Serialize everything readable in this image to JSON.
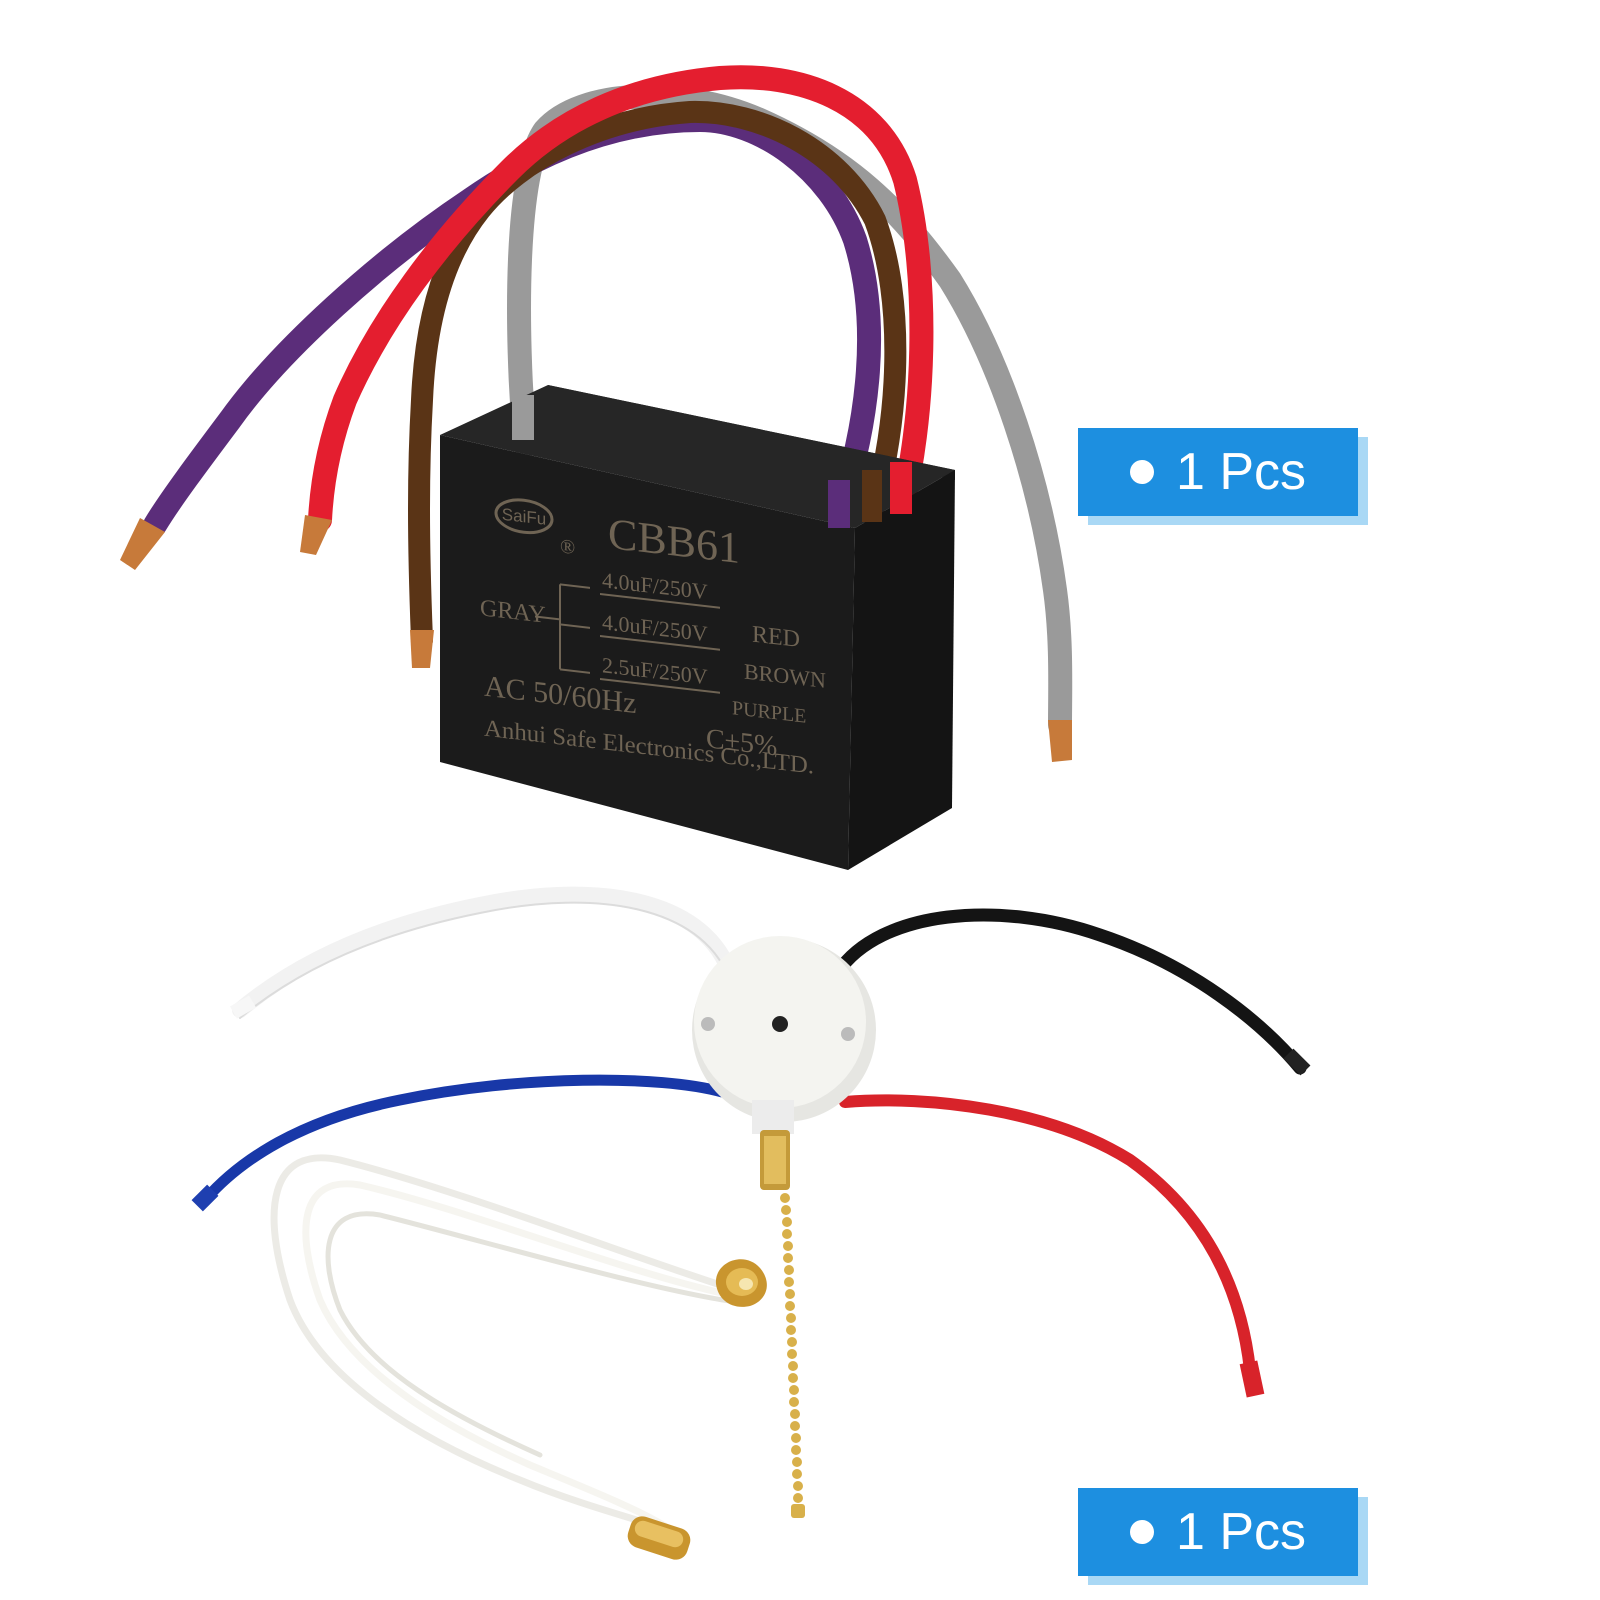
{
  "capacitor": {
    "brand": "SaiFu",
    "registered_mark": "®",
    "model": "CBB61",
    "common_wire": "GRAY",
    "ratings": [
      {
        "value": "4.0uF/250V",
        "wire": "RED"
      },
      {
        "value": "4.0uF/250V",
        "wire": "BROWN"
      },
      {
        "value": "2.5uF/250V",
        "wire": "PURPLE"
      }
    ],
    "frequency": "AC 50/60Hz",
    "tolerance": "C±5%",
    "manufacturer": "Anhui Safe Electronics Co.,LTD."
  },
  "badges": [
    {
      "label": "1 Pcs"
    },
    {
      "label": "1 Pcs"
    }
  ],
  "colors": {
    "badge": "#1d8fe0",
    "badge_shadow": "#a9d8f5",
    "capacitor_body": "#1b1b1b",
    "print": "#6f6454",
    "wire_gray": "#9a9a9a",
    "wire_red": "#e41e2f",
    "wire_purple": "#5b2d7a",
    "wire_brown": "#5a3416",
    "wire_black": "#141414",
    "wire_blue": "#1838a8",
    "copper": "#c77a3a"
  }
}
